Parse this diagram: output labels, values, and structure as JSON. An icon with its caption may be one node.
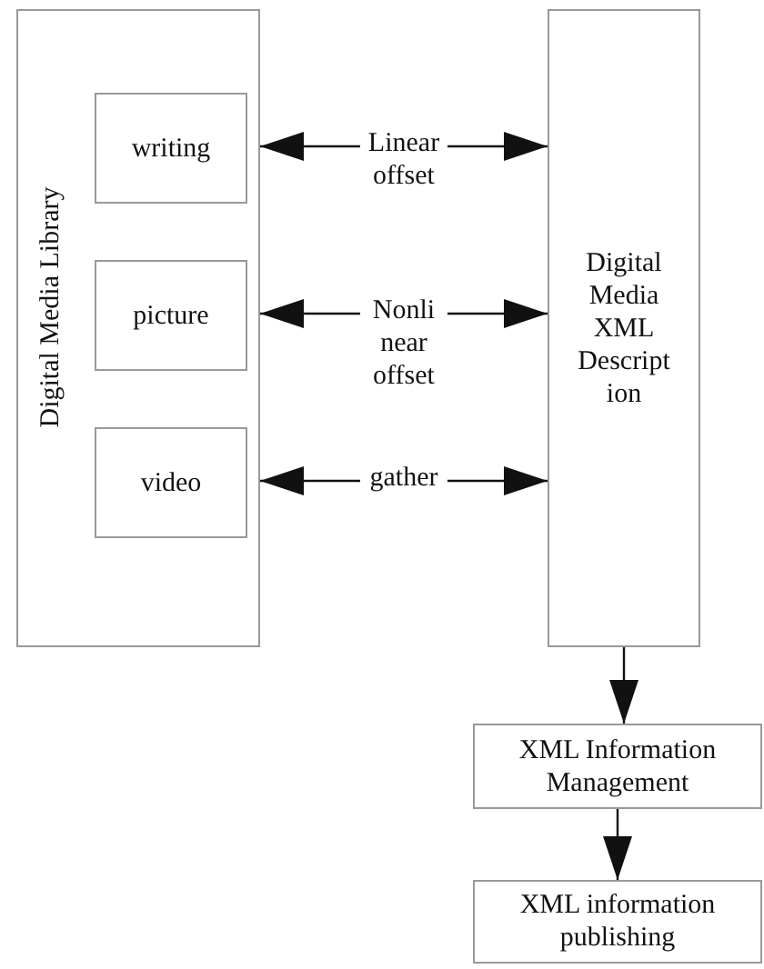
{
  "diagram": {
    "nodes": [
      {
        "text": [
          "Digital Media Library"
        ]
      },
      {
        "text": [
          "writing"
        ],
        "in": 0
      },
      {
        "text": [
          "picture"
        ],
        "in": 0
      },
      {
        "text": [
          "video"
        ],
        "in": 0
      },
      {
        "text": [
          "Digital Media XML Descript ion"
        ]
      },
      {
        "text": [
          "XML Information Management"
        ]
      },
      {
        "text": [
          "XML information publishing"
        ]
      }
    ],
    "edges": [
      {
        "from": 1,
        "to": 4,
        "arrow": "both",
        "label": "Linear offset"
      },
      {
        "from": 2,
        "to": 4,
        "arrow": "both",
        "label": "Nonli near offset"
      },
      {
        "from": 3,
        "to": 4,
        "arrow": "both",
        "label": "gather"
      },
      {
        "from": 4,
        "to": 5,
        "arrow": "to"
      },
      {
        "from": 5,
        "to": 6,
        "arrow": "to"
      }
    ]
  }
}
